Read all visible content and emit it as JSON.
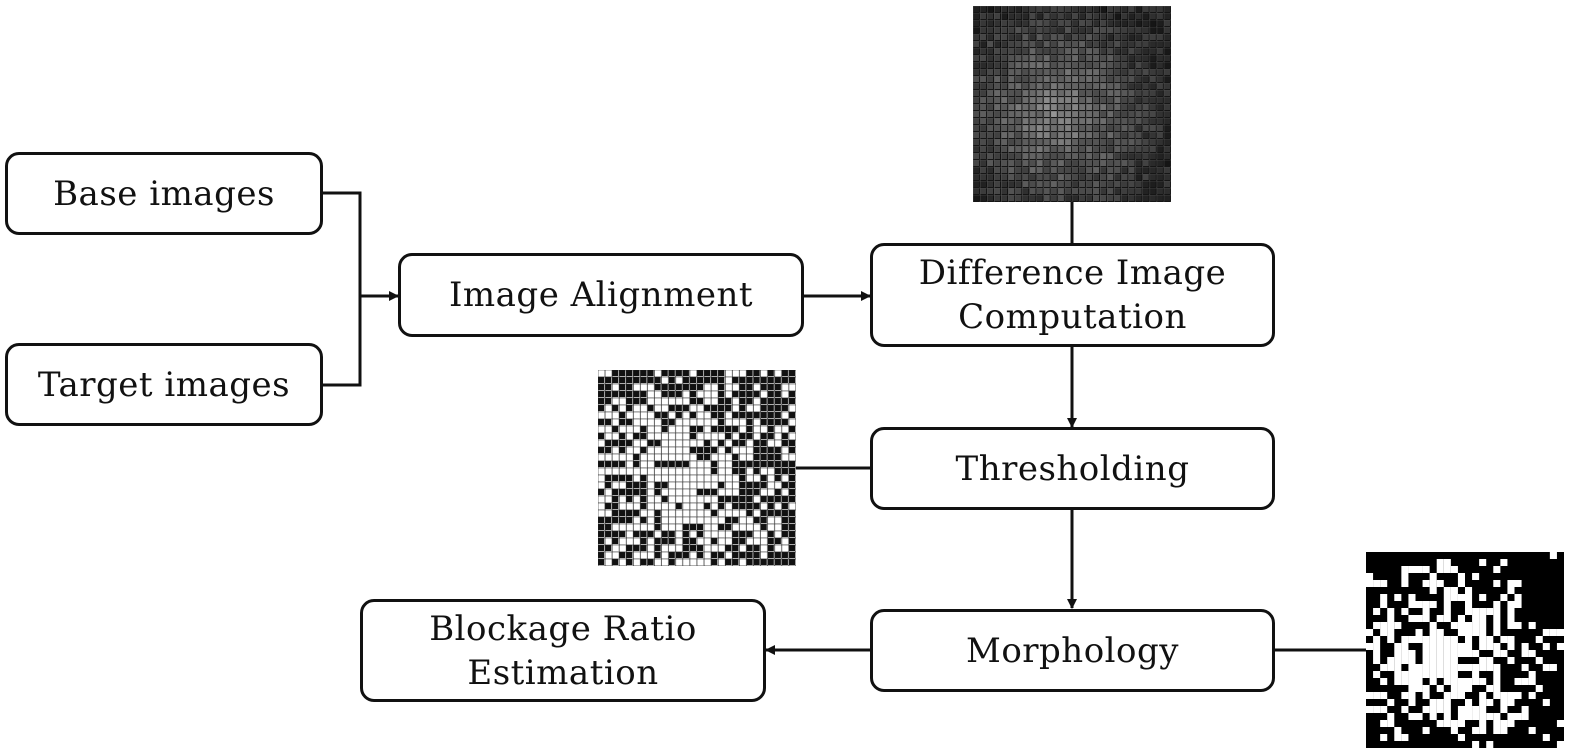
{
  "nodes": {
    "base": "Base images",
    "target": "Target images",
    "align": "Image Alignment",
    "diff": {
      "line1": "Difference Image",
      "line2": "Computation"
    },
    "thresh": "Thresholding",
    "morph": "Morphology",
    "blockage": {
      "line1": "Blockage Ratio",
      "line2": "Estimation"
    }
  },
  "images": {
    "difference": "difference-image-thumbnail",
    "threshold": "thresholded-image-thumbnail",
    "morphology": "morphology-image-thumbnail"
  }
}
